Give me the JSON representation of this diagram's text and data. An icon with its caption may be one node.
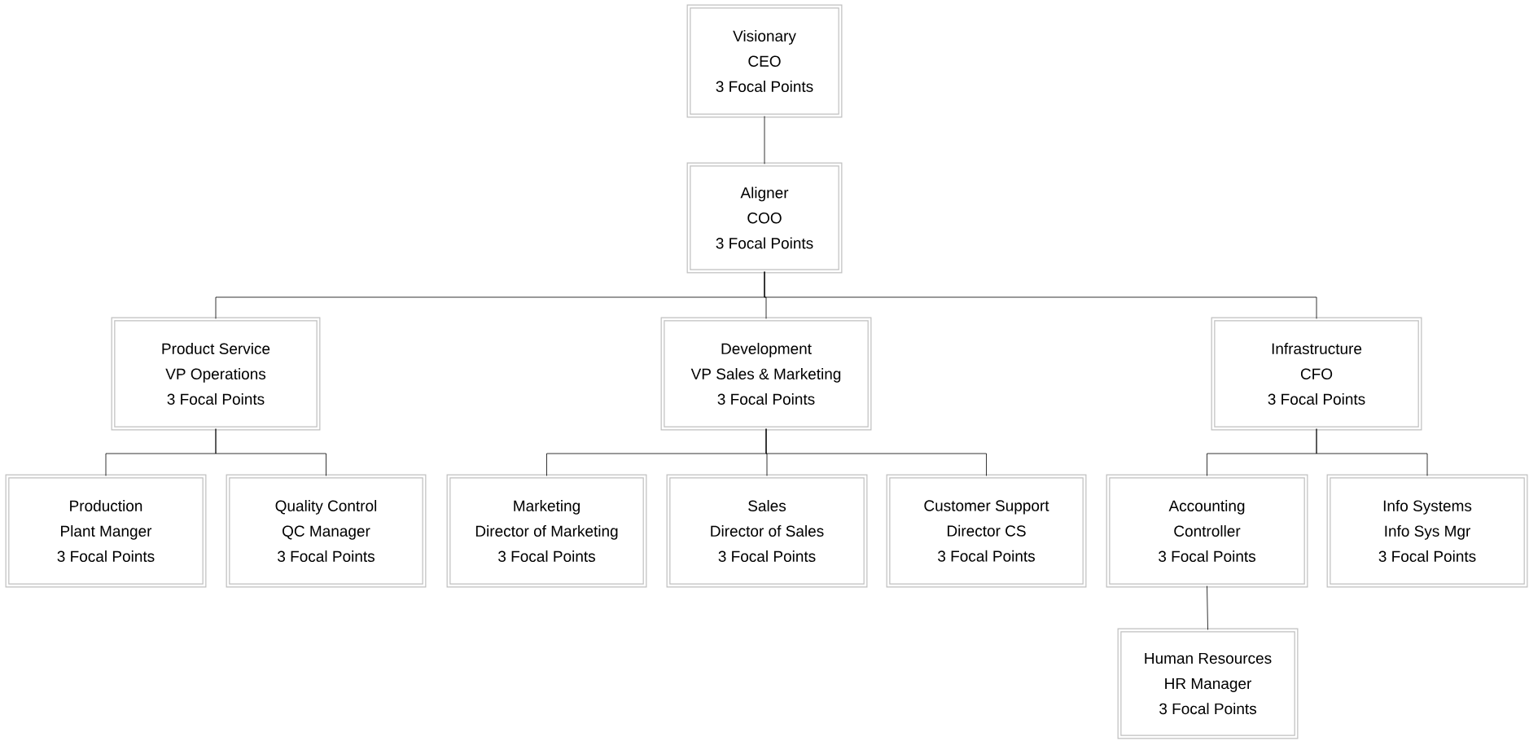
{
  "diagram": {
    "nodes": [
      {
        "text": [
          "Visionary",
          "CEO",
          "3 Focal Points"
        ]
      },
      {
        "text": [
          "Aligner",
          "COO",
          "3 Focal Points"
        ]
      },
      {
        "text": [
          "Product Service",
          "VP Operations",
          "3 Focal Points"
        ]
      },
      {
        "text": [
          "Development",
          "VP Sales & Marketing",
          "3 Focal Points"
        ]
      },
      {
        "text": [
          "Infrastructure",
          "CFO",
          "3 Focal Points"
        ]
      },
      {
        "text": [
          "Production",
          "Plant Manger",
          "3 Focal Points"
        ]
      },
      {
        "text": [
          "Quality Control",
          "QC Manager",
          "3 Focal Points"
        ]
      },
      {
        "text": [
          "Marketing",
          "Director of Marketing",
          "3 Focal Points"
        ]
      },
      {
        "text": [
          "Sales",
          "Director of Sales",
          "3 Focal Points"
        ]
      },
      {
        "text": [
          "Customer Support",
          "Director CS",
          "3 Focal Points"
        ]
      },
      {
        "text": [
          "Accounting",
          "Controller",
          "3 Focal Points"
        ]
      },
      {
        "text": [
          "Info Systems",
          "Info Sys Mgr",
          "3 Focal Points"
        ]
      },
      {
        "text": [
          "Human Resources",
          "HR Manager",
          "3 Focal Points"
        ]
      }
    ],
    "edges": [
      {
        "from": 0,
        "to": 1,
        "arrow": "none"
      },
      {
        "from": 1,
        "to": 2,
        "arrow": "none"
      },
      {
        "from": 1,
        "to": 3,
        "arrow": "none"
      },
      {
        "from": 1,
        "to": 4,
        "arrow": "none"
      },
      {
        "from": 2,
        "to": 5,
        "arrow": "none"
      },
      {
        "from": 2,
        "to": 6,
        "arrow": "none"
      },
      {
        "from": 3,
        "to": 7,
        "arrow": "none"
      },
      {
        "from": 3,
        "to": 8,
        "arrow": "none"
      },
      {
        "from": 3,
        "to": 9,
        "arrow": "none"
      },
      {
        "from": 4,
        "to": 10,
        "arrow": "none"
      },
      {
        "from": 4,
        "to": 11,
        "arrow": "none"
      },
      {
        "from": 10,
        "to": 12,
        "arrow": "none"
      }
    ]
  }
}
